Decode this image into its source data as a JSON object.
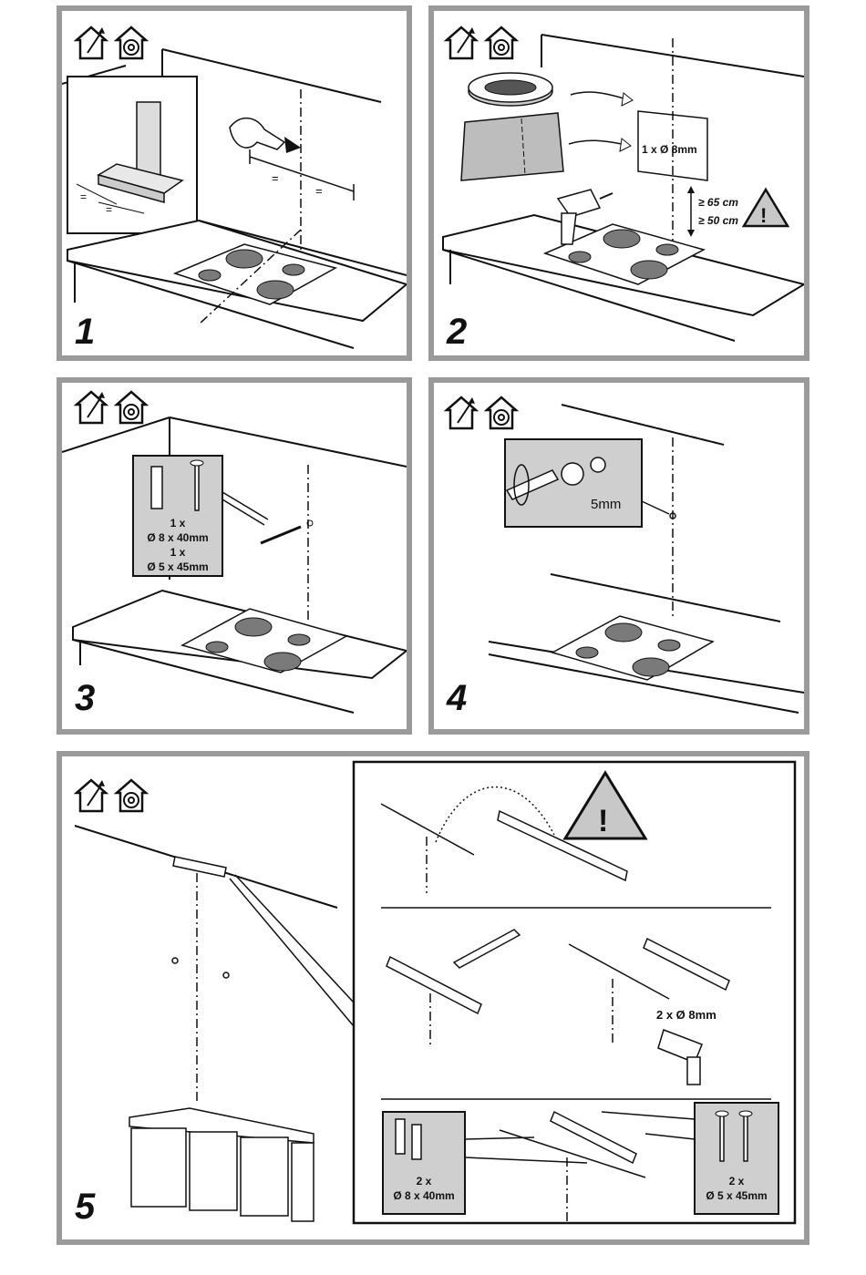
{
  "colors": {
    "frame": "#9a9a9a",
    "callout_bg": "#cfcfcf",
    "burner": "#7a7a7a",
    "line": "#111111"
  },
  "icons": [
    "ducted-mode-icon",
    "recirculation-mode-icon"
  ],
  "steps": [
    {
      "number": "1",
      "measure_marks": [
        "=",
        "=",
        "=",
        "="
      ]
    },
    {
      "number": "2",
      "drill_label": "1 x Ø 8mm",
      "min_height_1": "≥ 65 cm",
      "min_height_2": "≥ 50 cm",
      "warning_symbol": "!"
    },
    {
      "number": "3",
      "plug_qty": "1 x",
      "plug_size": "Ø 8 x 40mm",
      "screw_qty": "1 x",
      "screw_size": "Ø 5 x 45mm"
    },
    {
      "number": "4",
      "gap_label": "5mm"
    },
    {
      "number": "5",
      "warning_symbol": "!",
      "drill_label": "2 x Ø 8mm",
      "plug_qty": "2 x",
      "plug_size": "Ø 8 x 40mm",
      "screw_qty": "2 x",
      "screw_size": "Ø 5 x 45mm"
    }
  ]
}
